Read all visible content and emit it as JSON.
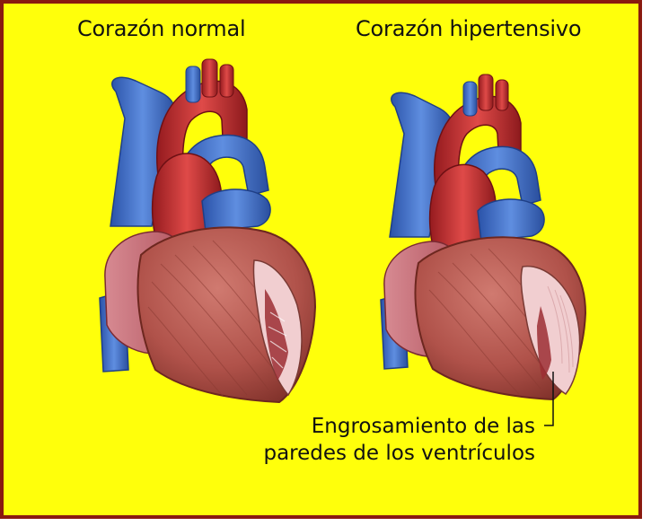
{
  "titles": {
    "normal": "Corazón normal",
    "hypertensive": "Corazón hipertensivo"
  },
  "annotation": {
    "line1": "Engrosamiento de las",
    "line2": "paredes de los ventrículos"
  },
  "colors": {
    "background": "#ffff0b",
    "border": "#8a1a10",
    "vein": "#3f6fc8",
    "artery": "#c02a2c",
    "muscle": "#b85650",
    "atrium": "#cc6f78"
  },
  "icons": {
    "left": "normal-heart-illustration",
    "right": "hypertensive-heart-illustration"
  }
}
